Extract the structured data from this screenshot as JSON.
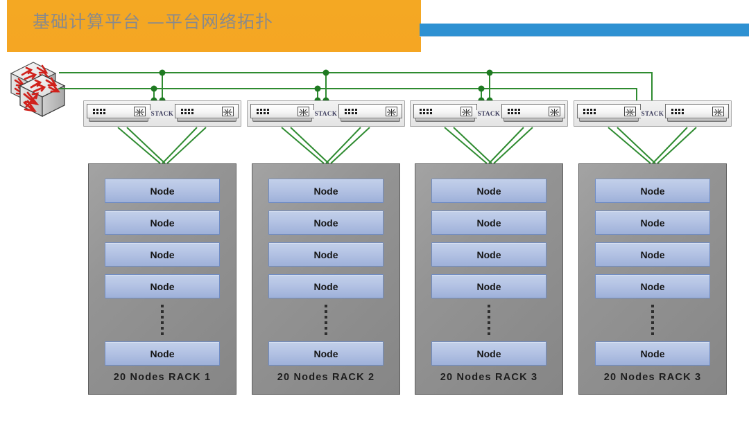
{
  "header": {
    "title": "基础计算平台 —平台网络拓扑",
    "banner_color": "#f5a623",
    "title_color": "#8a8a8a",
    "accent_bar_color": "#2e91d2"
  },
  "topology": {
    "core_device": "core-router",
    "link_color": "#2e8b30",
    "uplinks_per_rack": 2,
    "downlinks_per_switch": 2,
    "stack_label": "STACK",
    "node_label": "Node",
    "visible_nodes_per_rack": 5,
    "racks": [
      {
        "id": "rack-1",
        "label": "20 Nodes RACK 1",
        "nodes": [
          "Node",
          "Node",
          "Node",
          "Node",
          "Node"
        ],
        "switches": [
          "switch-a",
          "switch-b"
        ]
      },
      {
        "id": "rack-2",
        "label": "20 Nodes RACK 2",
        "nodes": [
          "Node",
          "Node",
          "Node",
          "Node",
          "Node"
        ],
        "switches": [
          "switch-a",
          "switch-b"
        ]
      },
      {
        "id": "rack-3",
        "label": "20 Nodes RACK 3",
        "nodes": [
          "Node",
          "Node",
          "Node",
          "Node",
          "Node"
        ],
        "switches": [
          "switch-a",
          "switch-b"
        ]
      },
      {
        "id": "rack-4",
        "label": "20 Nodes RACK 3",
        "nodes": [
          "Node",
          "Node",
          "Node",
          "Node",
          "Node"
        ],
        "switches": [
          "switch-a",
          "switch-b"
        ]
      }
    ]
  },
  "colors": {
    "rack_fill": "#949494",
    "node_fill": "#b4c3e4",
    "node_border": "#6f8cc4",
    "switch_fill": "#f2f2f2",
    "wire": "#2e8b30"
  }
}
